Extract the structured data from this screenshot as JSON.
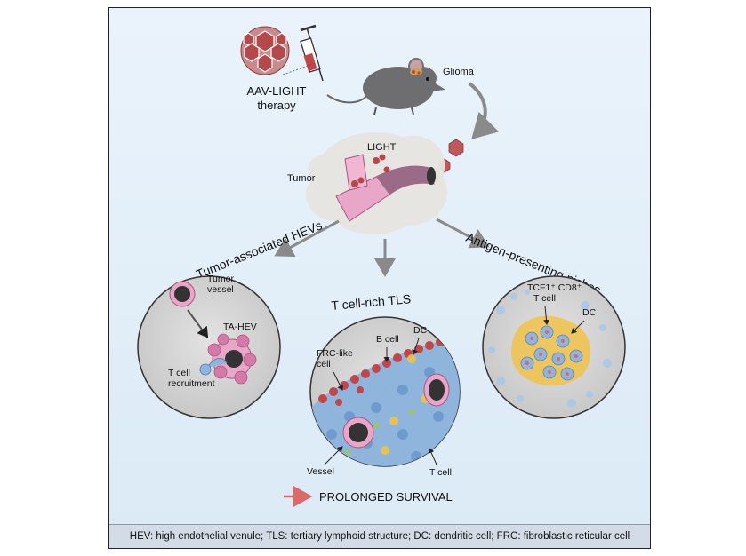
{
  "labels": {
    "therapy_line1": "AAV-LIGHT",
    "therapy_line2": "therapy",
    "glioma": "Glioma",
    "light": "LIGHT",
    "tumor": "Tumor",
    "hevs_title": "Tumor-associated HEVs",
    "tls_title": "T cell-rich TLS",
    "niches_title": "Antigen-presenting niches",
    "tumor_vessel_1": "Tumor",
    "tumor_vessel_2": "vessel",
    "ta_hev": "TA-HEV",
    "tcell_recruit_1": "T cell",
    "tcell_recruit_2": "recruitment",
    "frc_1": "FRC-like",
    "frc_2": "cell",
    "b_cell": "B cell",
    "dc_tls": "DC",
    "vessel": "Vessel",
    "t_cell_tls": "T cell",
    "tcf_line1": "TCF1⁺ CD8⁺",
    "tcf_line2": "T cell",
    "dc_niche": "DC",
    "survival": "PROLONGED SURVIVAL"
  },
  "legend": "HEV: high endothelial venule; TLS: tertiary lymphoid structure; DC: dendritic cell; FRC: fibroblastic reticular cell",
  "colors": {
    "background": "#dbeaf6",
    "frame": "#222222",
    "circle_fill": "#d3d3d3",
    "arrow": "#8a8a8a",
    "survival_arrow": "#d96a6a",
    "aav": "#b5484a",
    "vessel_pink": "#e8a6c8"
  }
}
